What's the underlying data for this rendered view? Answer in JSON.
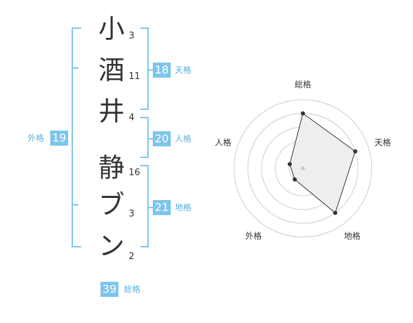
{
  "name_chars": [
    {
      "char": "小",
      "strokes": "3"
    },
    {
      "char": "酒",
      "strokes": "11"
    },
    {
      "char": "井",
      "strokes": "4"
    },
    {
      "char": "静",
      "strokes": "16"
    },
    {
      "char": "ブ",
      "strokes": "3"
    },
    {
      "char": "ン",
      "strokes": "2"
    }
  ],
  "fortunes": {
    "tenkaku": {
      "value": "18",
      "label": "天格"
    },
    "jinkaku": {
      "value": "20",
      "label": "人格"
    },
    "chikaku": {
      "value": "21",
      "label": "地格"
    },
    "gaikaku": {
      "value": "19",
      "label": "外格"
    },
    "soukaku": {
      "value": "39",
      "label": "総格"
    }
  },
  "chart_data": {
    "type": "radar",
    "axes": [
      "総格",
      "天格",
      "地格",
      "外格",
      "人格"
    ],
    "values": [
      4,
      4,
      4,
      1,
      1
    ],
    "rmax": 5,
    "rings": 5,
    "colors": {
      "fill": "#eeeeee",
      "line": "#333333",
      "ring": "#cccccc",
      "center": "#cccccc"
    }
  },
  "colors": {
    "accent": "#7ec5ec",
    "label": "#55b3e3"
  }
}
